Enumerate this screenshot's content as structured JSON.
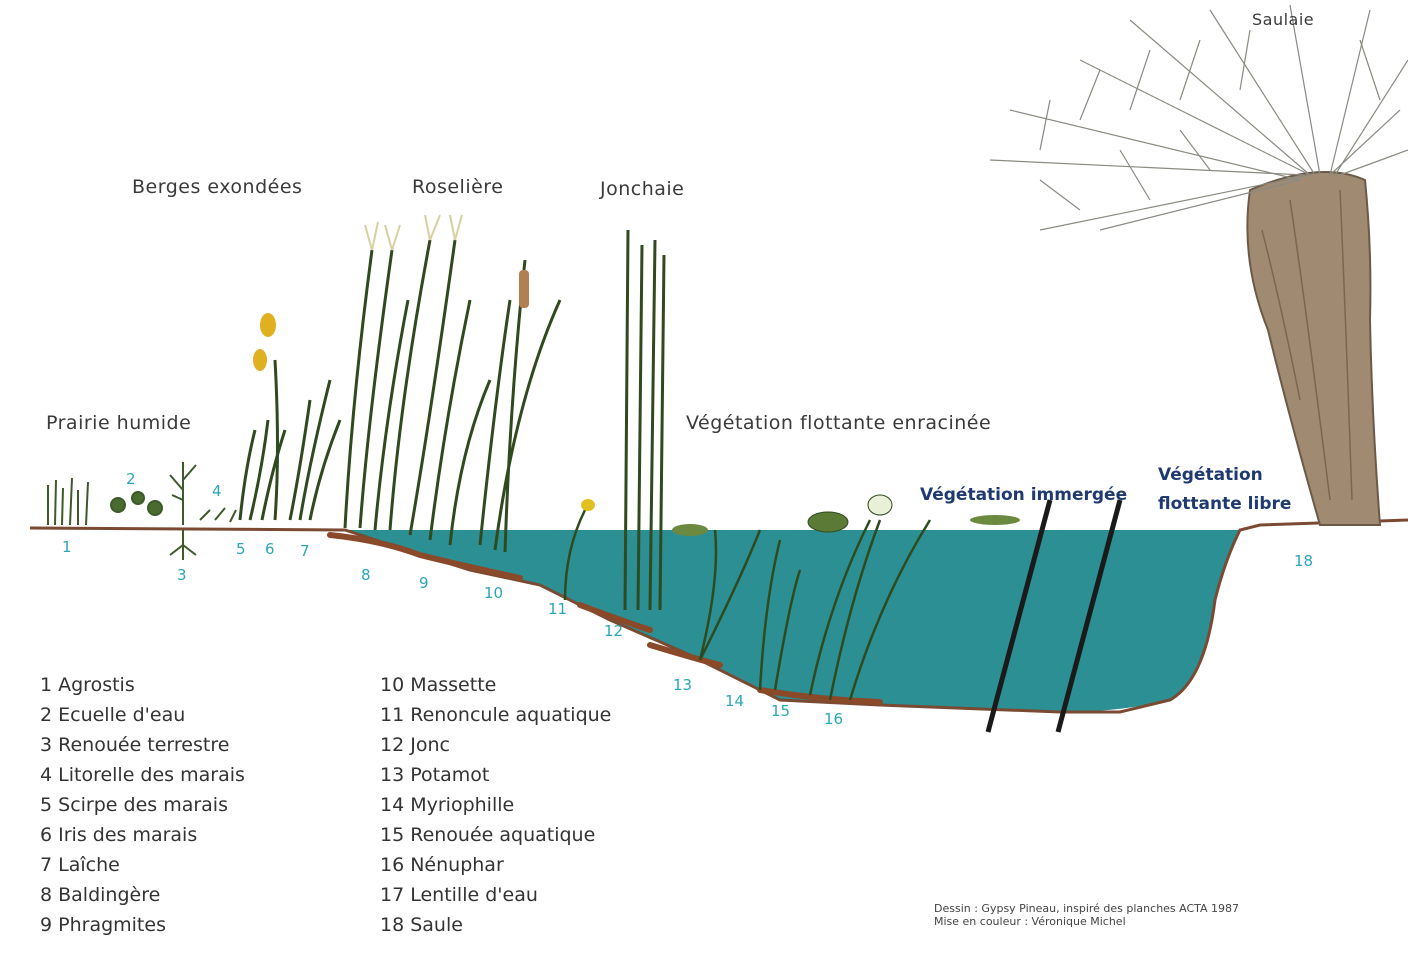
{
  "zones": {
    "saulaie": "Saulaie",
    "berges": "Berges exondées",
    "roseliere": "Roselière",
    "jonchaie": "Jonchaie",
    "prairie": "Prairie humide",
    "veg_flottante_enracinee": "Végétation flottante enracinée",
    "veg_immergee": "Végétation immergée",
    "veg_flottante_libre_1": "Végétation",
    "veg_flottante_libre_2": "flottante libre"
  },
  "numbers": [
    "1",
    "2",
    "3",
    "4",
    "5",
    "6",
    "7",
    "8",
    "9",
    "10",
    "11",
    "12",
    "13",
    "14",
    "15",
    "16",
    "18"
  ],
  "legend_left": [
    "1 Agrostis",
    "2 Ecuelle d'eau",
    "3 Renouée terrestre",
    "4 Litorelle des marais",
    "5 Scirpe des marais",
    "6 Iris des marais",
    "7 Laîche",
    "8 Baldingère",
    "9 Phragmites"
  ],
  "legend_right": [
    "10 Massette",
    "11 Renoncule aquatique",
    "12 Jonc",
    "13 Potamot",
    "14 Myriophille",
    "15 Renouée aquatique",
    "16 Nénuphar",
    "17 Lentille d'eau",
    "18 Saule"
  ],
  "credits": {
    "line1": "Dessin : Gypsy Pineau, inspiré des planches ACTA 1987",
    "line2": "Mise en couleur : Véronique Michel"
  },
  "colors": {
    "water": "#2b8f93",
    "water_dark": "#1f7a7e",
    "plant": "#3d5a2a",
    "soil": "#8a4a2a",
    "trunk": "#a08a72",
    "number": "#2aa6b6",
    "blue_label": "#1f3a70"
  }
}
